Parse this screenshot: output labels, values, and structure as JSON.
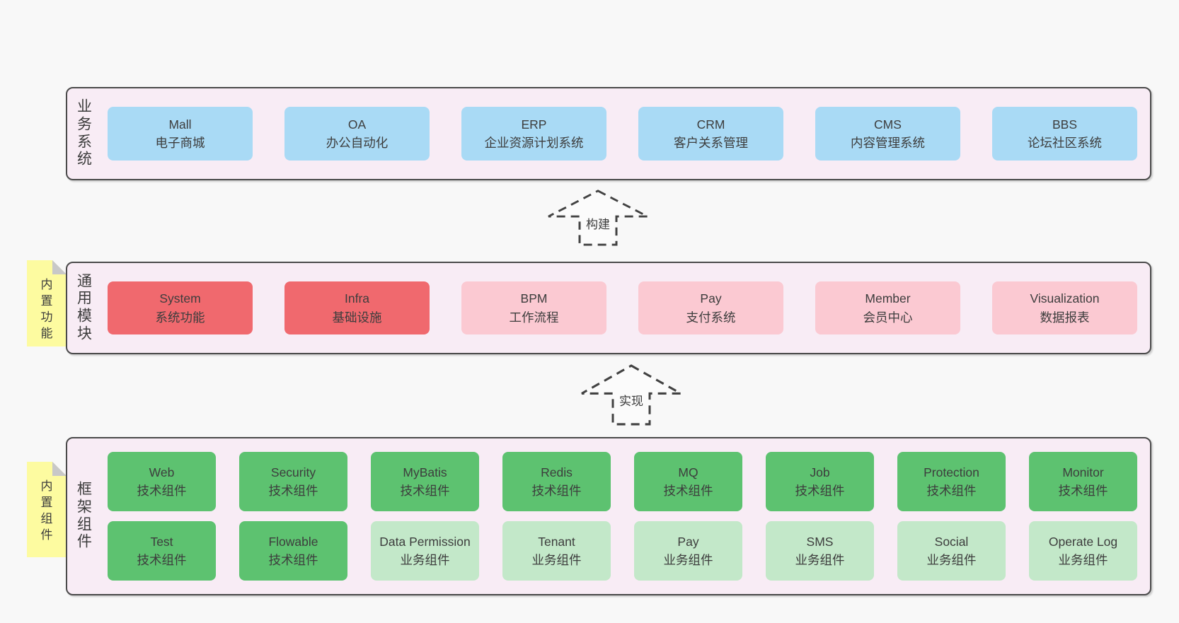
{
  "colors": {
    "page_bg": "#f8f8f8",
    "band_bg": "#f8ecf5",
    "band_border": "#4a4a4a",
    "blue_box": "#a9daf5",
    "red_box": "#f0696e",
    "pink_box": "#fbc9d2",
    "green_box": "#5dc270",
    "light_green_box": "#c3e8c9",
    "sticky_bg": "#fdfba0",
    "sticky_fold": "#c8c8c8",
    "text": "#3d3d3d"
  },
  "arrows": [
    {
      "label": "构建"
    },
    {
      "label": "实现"
    }
  ],
  "bands": [
    {
      "label": "业务系统",
      "boxes": [
        {
          "name": "Mall",
          "desc": "电子商城"
        },
        {
          "name": "OA",
          "desc": "办公自动化"
        },
        {
          "name": "ERP",
          "desc": "企业资源计划系统"
        },
        {
          "name": "CRM",
          "desc": "客户关系管理"
        },
        {
          "name": "CMS",
          "desc": "内容管理系统"
        },
        {
          "name": "BBS",
          "desc": "论坛社区系统"
        }
      ]
    },
    {
      "label": "通用模块",
      "sticky": "内置功能",
      "boxes": [
        {
          "name": "System",
          "desc": "系统功能"
        },
        {
          "name": "Infra",
          "desc": "基础设施"
        },
        {
          "name": "BPM",
          "desc": "工作流程"
        },
        {
          "name": "Pay",
          "desc": "支付系统"
        },
        {
          "name": "Member",
          "desc": "会员中心"
        },
        {
          "name": "Visualization",
          "desc": "数据报表"
        }
      ]
    },
    {
      "label": "框架组件",
      "sticky": "内置组件",
      "rows": [
        [
          {
            "name": "Web",
            "desc": "技术组件"
          },
          {
            "name": "Security",
            "desc": "技术组件"
          },
          {
            "name": "MyBatis",
            "desc": "技术组件"
          },
          {
            "name": "Redis",
            "desc": "技术组件"
          },
          {
            "name": "MQ",
            "desc": "技术组件"
          },
          {
            "name": "Job",
            "desc": "技术组件"
          },
          {
            "name": "Protection",
            "desc": "技术组件"
          },
          {
            "name": "Monitor",
            "desc": "技术组件"
          }
        ],
        [
          {
            "name": "Test",
            "desc": "技术组件"
          },
          {
            "name": "Flowable",
            "desc": "技术组件"
          },
          {
            "name": "Data Permission",
            "desc": "业务组件"
          },
          {
            "name": "Tenant",
            "desc": "业务组件"
          },
          {
            "name": "Pay",
            "desc": "业务组件"
          },
          {
            "name": "SMS",
            "desc": "业务组件"
          },
          {
            "name": "Social",
            "desc": "业务组件"
          },
          {
            "name": "Operate Log",
            "desc": "业务组件"
          }
        ]
      ]
    }
  ]
}
